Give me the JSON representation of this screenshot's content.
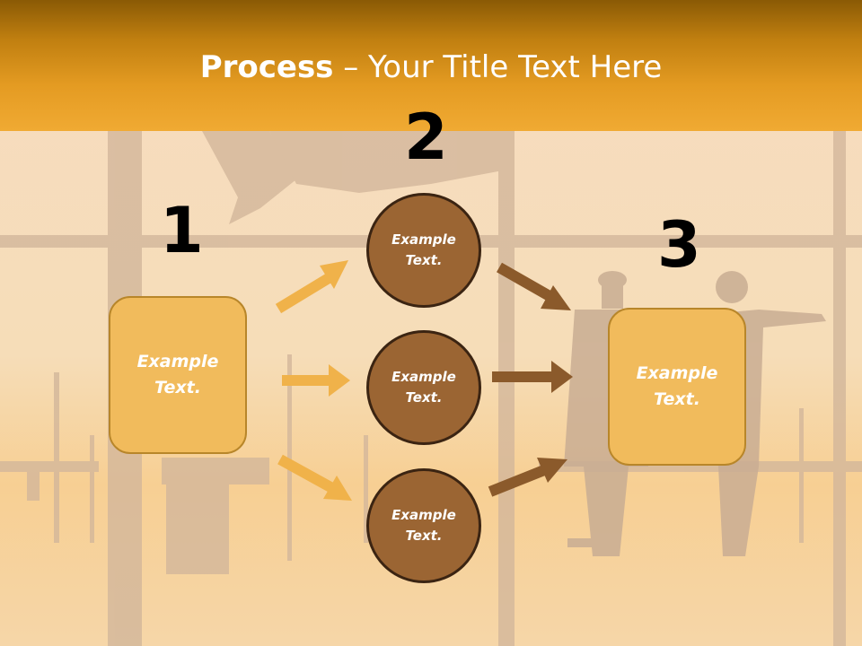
{
  "title": {
    "bold": "Process",
    "rest": " – Your Title Text Here"
  },
  "steps": [
    {
      "number": "1",
      "label": "Example\nText."
    },
    {
      "number": "2",
      "label": "Example\nText."
    },
    {
      "number": "3",
      "label": "Example\nText."
    }
  ],
  "circles": [
    {
      "label": "Example\nText."
    },
    {
      "label": "Example\nText."
    },
    {
      "label": "Example\nText."
    }
  ],
  "colors": {
    "header": "#e49b22",
    "box": "#f1bb5c",
    "circle": "#9b6533",
    "arrow_light": "#f0b24a",
    "arrow_dark": "#8b5a2b"
  }
}
